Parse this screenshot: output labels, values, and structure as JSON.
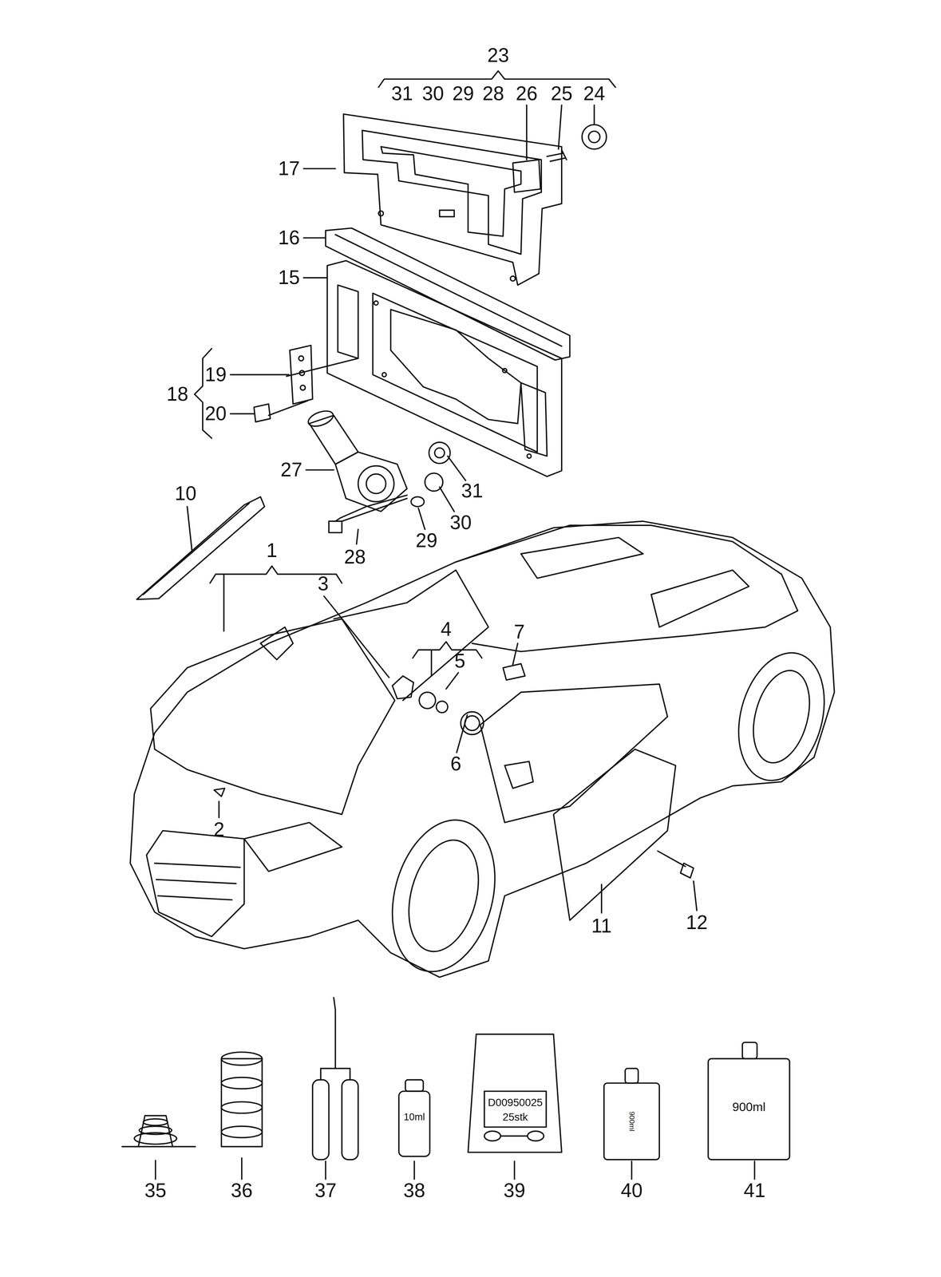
{
  "diagram": {
    "labels": [
      "23",
      "31",
      "30",
      "29",
      "28",
      "26",
      "25",
      "24",
      "17",
      "16",
      "15",
      "19",
      "18",
      "20",
      "27",
      "31",
      "10",
      "30",
      "29",
      "28",
      "1",
      "3",
      "4",
      "5",
      "7",
      "6",
      "2",
      "11",
      "12",
      "35",
      "36",
      "37",
      "38",
      "39",
      "40",
      "41",
      "D00950025",
      "25stk",
      "10ml",
      "900ml",
      "900ml"
    ]
  }
}
